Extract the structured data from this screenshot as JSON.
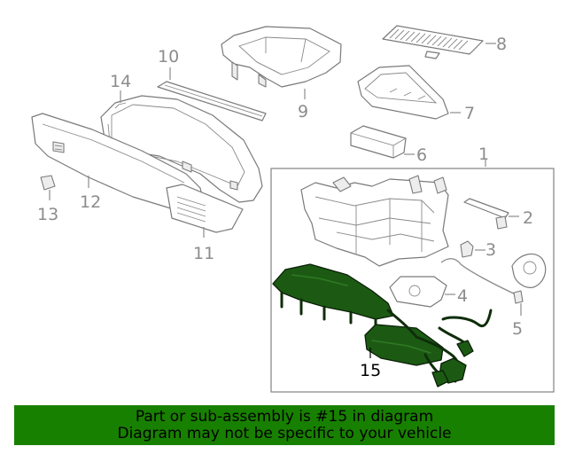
{
  "callouts": {
    "c1": "1",
    "c2": "2",
    "c3": "3",
    "c4": "4",
    "c5": "5",
    "c6": "6",
    "c7": "7",
    "c8": "8",
    "c9": "9",
    "c10": "10",
    "c11": "11",
    "c12": "12",
    "c13": "13",
    "c14": "14",
    "c15": "15"
  },
  "banner": {
    "line1": "Part or sub-assembly is #15 in diagram",
    "line2": "Diagram may not be specific to your vehicle"
  },
  "colors": {
    "highlight_part": "#1c5a14",
    "banner_bg": "#188000",
    "callout_gray": "#8c8c8c",
    "callout_highlight": "#000000"
  }
}
